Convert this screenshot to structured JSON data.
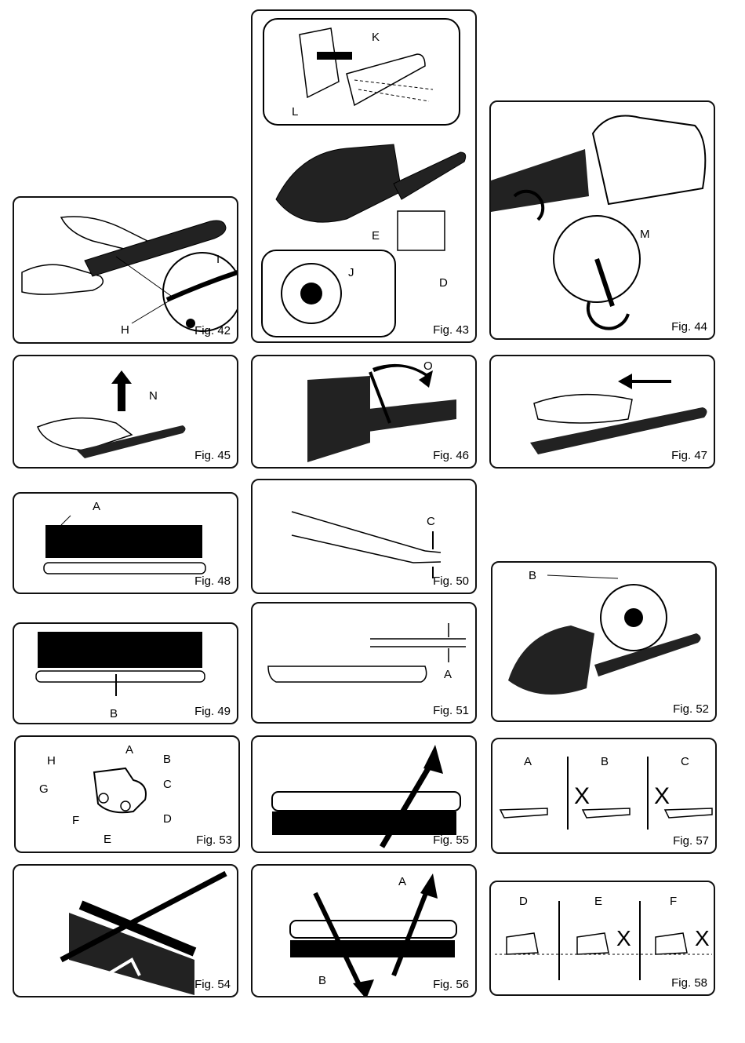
{
  "figures": {
    "fig42": {
      "caption": "Fig. 42",
      "labels": {
        "H": "H",
        "I": "I"
      }
    },
    "fig43": {
      "caption": "Fig. 43",
      "labels": {
        "K": "K",
        "L": "L",
        "E": "E",
        "D": "D",
        "J": "J"
      }
    },
    "fig44": {
      "caption": "Fig. 44",
      "labels": {
        "M": "M"
      }
    },
    "fig45": {
      "caption": "Fig. 45",
      "labels": {
        "N": "N"
      }
    },
    "fig46": {
      "caption": "Fig. 46",
      "labels": {
        "O": "O"
      }
    },
    "fig47": {
      "caption": "Fig. 47"
    },
    "fig48": {
      "caption": "Fig. 48",
      "labels": {
        "A": "A"
      }
    },
    "fig49": {
      "caption": "Fig. 49",
      "labels": {
        "B": "B"
      }
    },
    "fig50": {
      "caption": "Fig. 50",
      "labels": {
        "C": "C"
      }
    },
    "fig51": {
      "caption": "Fig. 51",
      "labels": {
        "A": "A"
      }
    },
    "fig52": {
      "caption": "Fig. 52",
      "labels": {
        "B": "B"
      }
    },
    "fig53": {
      "caption": "Fig. 53",
      "labels": {
        "A": "A",
        "B": "B",
        "C": "C",
        "D": "D",
        "E": "E",
        "F": "F",
        "G": "G",
        "H": "H"
      }
    },
    "fig54": {
      "caption": "Fig. 54"
    },
    "fig55": {
      "caption": "Fig. 55"
    },
    "fig56": {
      "caption": "Fig. 56",
      "labels": {
        "A": "A",
        "B": "B"
      }
    },
    "fig57": {
      "caption": "Fig. 57",
      "labels": {
        "A": "A",
        "B": "B",
        "C": "C",
        "X1": "X",
        "X2": "X"
      }
    },
    "fig58": {
      "caption": "Fig. 58",
      "labels": {
        "D": "D",
        "E": "E",
        "F": "F",
        "X1": "X",
        "X2": "X"
      }
    }
  }
}
